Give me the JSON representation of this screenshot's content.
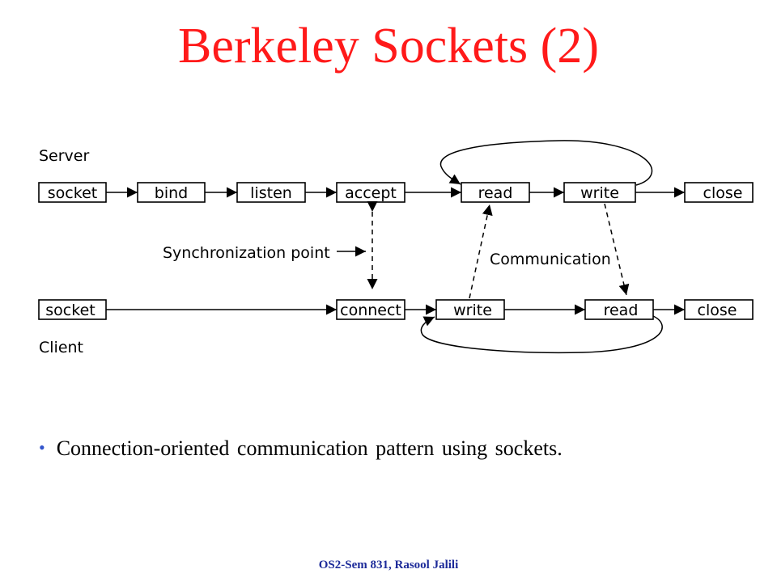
{
  "slide": {
    "title": "Berkeley Sockets (2)",
    "bullet": "Connection-oriented communication pattern using sockets.",
    "footer": "OS2-Sem 831, Rasool Jalili"
  },
  "diagram": {
    "server_label": "Server",
    "client_label": "Client",
    "server_boxes": [
      "socket",
      "bind",
      "listen",
      "accept",
      "read",
      "write",
      "close"
    ],
    "client_boxes": [
      "socket",
      "connect",
      "write",
      "read",
      "close"
    ],
    "sync_label": "Synchronization point",
    "comm_label": "Communication"
  },
  "colors": {
    "title": "#ff1a1a",
    "footer": "#1c2a99",
    "bullet": "#3355cc"
  }
}
